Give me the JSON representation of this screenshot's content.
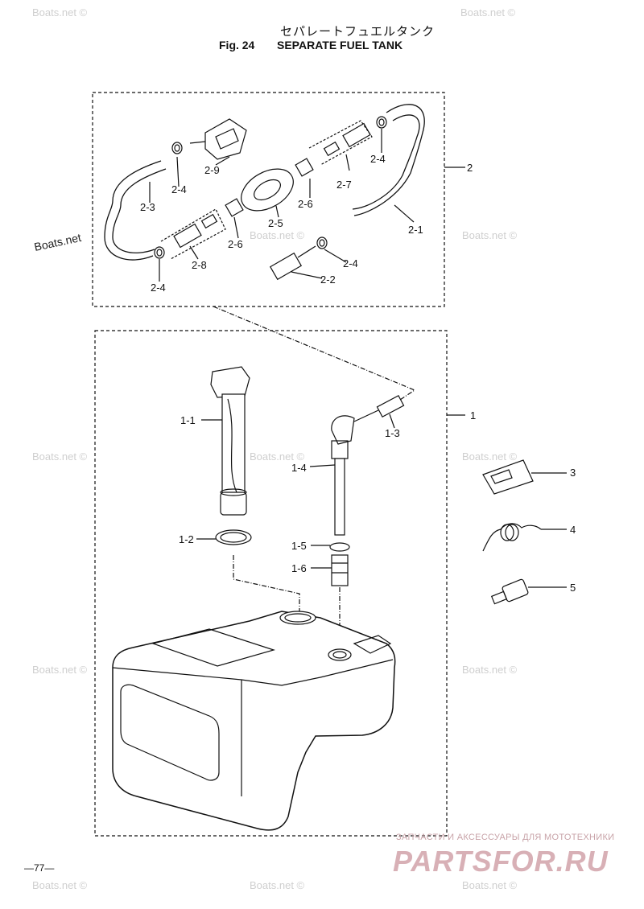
{
  "header": {
    "title_japanese": "セパレートフュエルタンク",
    "fig_number": "Fig. 24",
    "fig_title": "SEPARATE FUEL TANK"
  },
  "watermarks": {
    "boats_net": "Boats.net ©",
    "boats_net_plain": "Boats.net"
  },
  "labels": {
    "l_2": "2",
    "l_2_1": "2-1",
    "l_2_2": "2-2",
    "l_2_3": "2-3",
    "l_2_4a": "2-4",
    "l_2_4b": "2-4",
    "l_2_4c": "2-4",
    "l_2_4d": "2-4",
    "l_2_5": "2-5",
    "l_2_6a": "2-6",
    "l_2_6b": "2-6",
    "l_2_7": "2-7",
    "l_2_8": "2-8",
    "l_2_9": "2-9",
    "l_1": "1",
    "l_1_1": "1-1",
    "l_1_2": "1-2",
    "l_1_3": "1-3",
    "l_1_4": "1-4",
    "l_1_5": "1-5",
    "l_1_6": "1-6",
    "l_3": "3",
    "l_4": "4",
    "l_5": "5"
  },
  "footer": {
    "page_number": "—77—",
    "brand_tagline": "ЗАПЧАСТИ И АКСЕССУАРЫ ДЛЯ МОТОТЕХНИКИ",
    "brand_name": "PARTSFOR.RU"
  }
}
